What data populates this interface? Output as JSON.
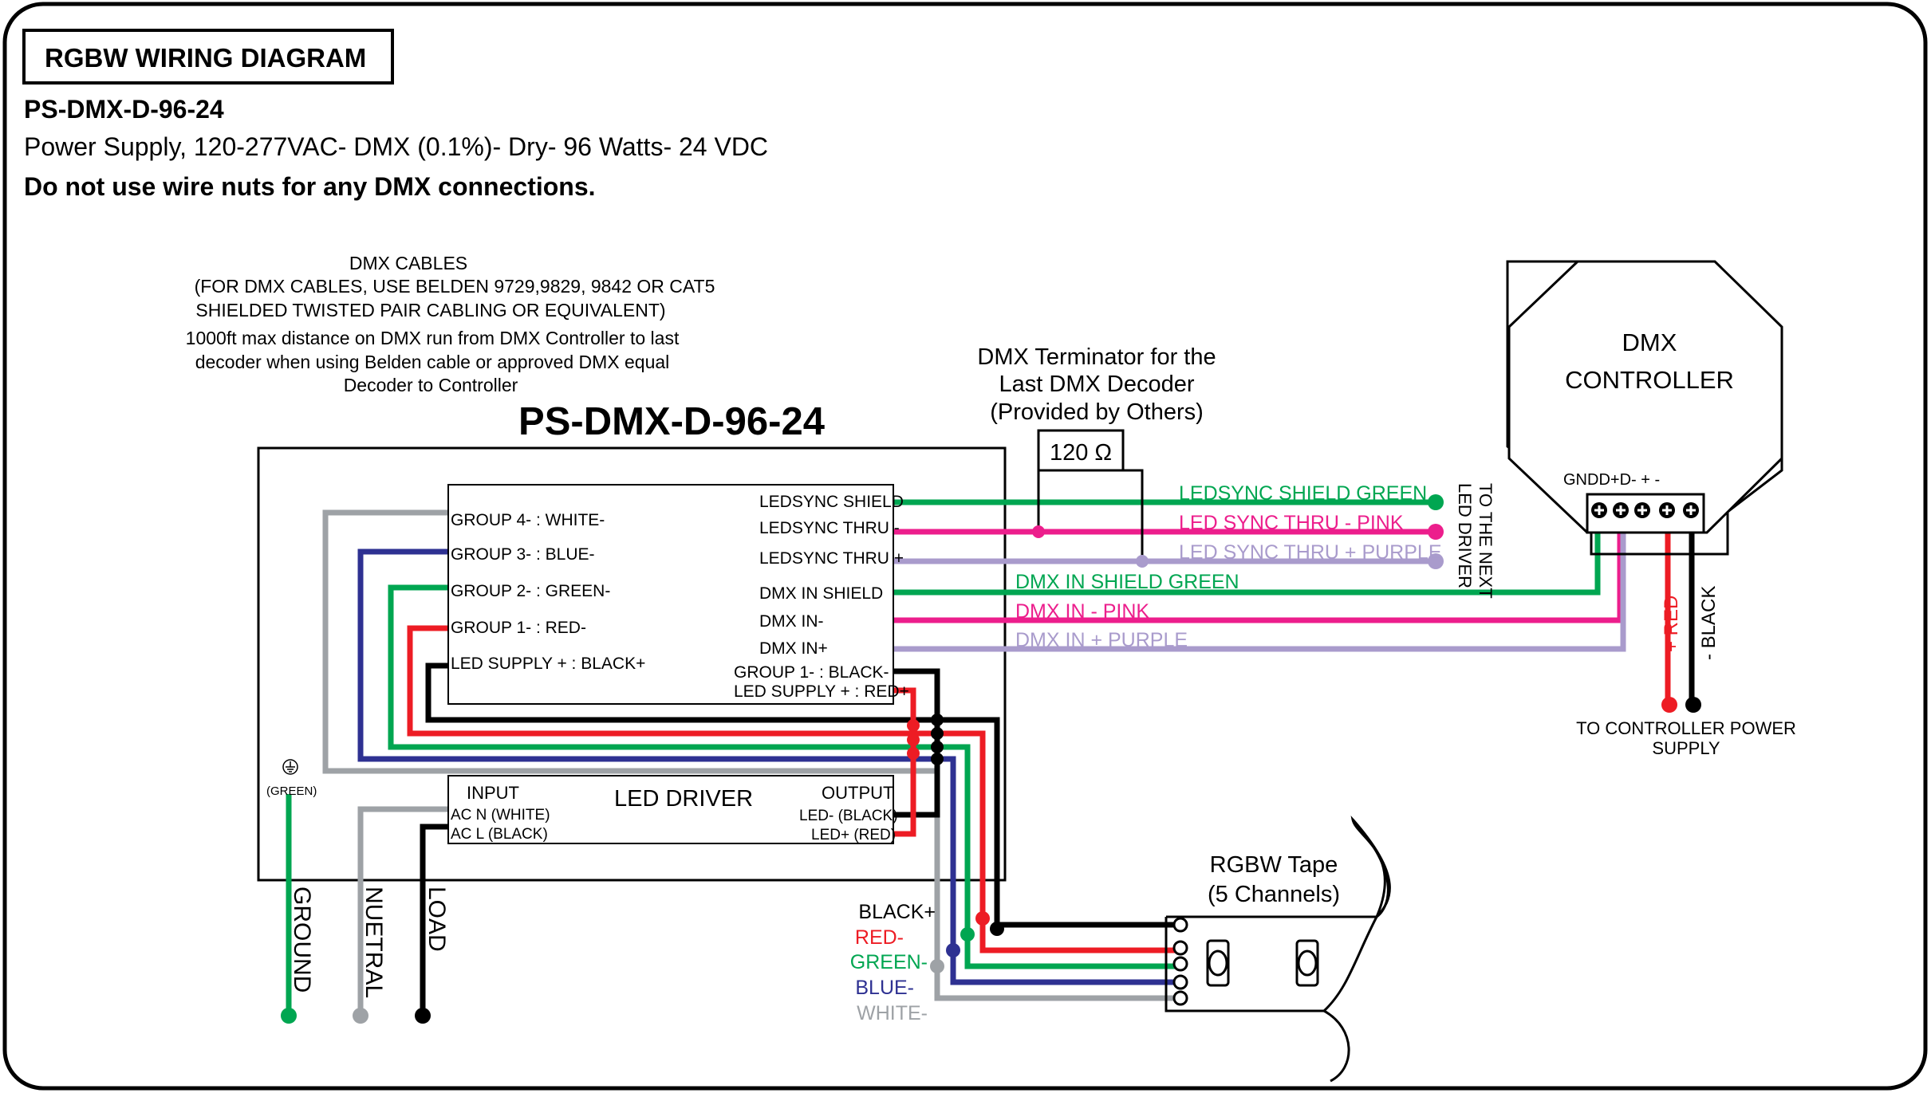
{
  "header": {
    "title": "RGBW WIRING DIAGRAM",
    "model": "PS-DMX-D-96-24",
    "description": "Power Supply, 120-277VAC- DMX (0.1%)- Dry- 96 Watts- 24 VDC",
    "warning": "Do not use wire nuts for any DMX connections."
  },
  "cable_note": {
    "lines": [
      "DMX CABLES",
      "(FOR DMX CABLES, USE BELDEN 9729,9829, 9842 OR CAT5",
      "SHIELDED TWISTED PAIR CABLING OR EQUIVALENT)",
      "1000ft max distance on DMX run from DMX Controller to last",
      "decoder when using Belden cable or approved DMX equal",
      "Decoder to Controller"
    ]
  },
  "decoder": {
    "title": "PS-DMX-D-96-24",
    "left_terminals": [
      "GROUP 4- : WHITE-",
      "GROUP 3- : BLUE-",
      "GROUP 2- : GREEN-",
      "GROUP 1- : RED-",
      "LED SUPPLY + : BLACK+"
    ],
    "right_terminals": [
      "LEDSYNC SHIELD",
      "LEDSYNC THRU -",
      "LEDSYNC THRU +",
      "DMX IN SHIELD",
      "DMX IN-",
      "DMX IN+",
      "GROUP 1- : BLACK-",
      "LED SUPPLY + : RED+"
    ]
  },
  "driver": {
    "title": "LED DRIVER",
    "input_label": "INPUT",
    "input_terminals": [
      "AC N (WHITE)",
      "AC L (BLACK)"
    ],
    "output_label": "OUTPUT",
    "output_terminals": [
      "LED- (BLACK)",
      "LED+ (RED)"
    ],
    "ground_label": "(GREEN)"
  },
  "mains": {
    "ground": "GROUND",
    "neutral": "NUETRAL",
    "load": "LOAD"
  },
  "terminator": {
    "lines": [
      "DMX Terminator for the",
      "Last DMX Decoder",
      "(Provided by Others)"
    ],
    "value": "120 Ω"
  },
  "sync_wires": {
    "shield": "LEDSYNC SHIELD GREEN",
    "minus": "LED SYNC THRU - PINK",
    "plus": "LED SYNC THRU + PURPLE",
    "to_next": [
      "TO THE NEXT",
      "LED DRIVER"
    ]
  },
  "dmx_wires": {
    "shield": "DMX IN SHIELD GREEN",
    "minus": "DMX IN - PINK",
    "plus": "DMX IN + PURPLE"
  },
  "controller": {
    "lines": [
      "DMX",
      "CONTROLLER"
    ],
    "terminals": "GNDD+D-  +   -",
    "red_label": "+ RED",
    "black_label": "- BLACK",
    "power_note": [
      "TO CONTROLLER POWER",
      "SUPPLY"
    ]
  },
  "tape": {
    "lines": [
      "RGBW Tape",
      "(5 Channels)"
    ],
    "wire_labels": [
      "BLACK+",
      "RED-",
      "GREEN-",
      "BLUE-",
      "WHITE-"
    ]
  },
  "colors": {
    "green": "#00a651",
    "red": "#ed1c24",
    "blue": "#2e3192",
    "gray": "#9ea2a6",
    "black": "#000000",
    "pink": "#ec1e8c",
    "purple": "#a99bcc"
  }
}
